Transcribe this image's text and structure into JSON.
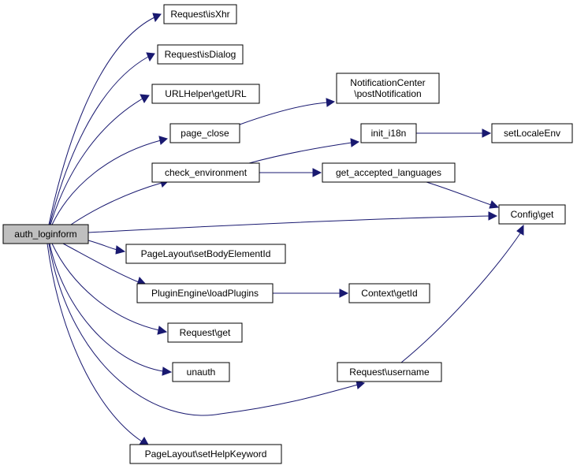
{
  "diagram": {
    "colors": {
      "edge": "#191970",
      "root_fill": "#bfbfbf",
      "node_fill": "#ffffff",
      "border": "#000000"
    },
    "nodes": [
      {
        "id": "auth_loginform",
        "label": [
          "auth_loginform"
        ],
        "root": true
      },
      {
        "id": "isXhr",
        "label": [
          "Request\\isXhr"
        ]
      },
      {
        "id": "isDialog",
        "label": [
          "Request\\isDialog"
        ]
      },
      {
        "id": "getURL",
        "label": [
          "URLHelper\\getURL"
        ]
      },
      {
        "id": "page_close",
        "label": [
          "page_close"
        ]
      },
      {
        "id": "postNotification",
        "label": [
          "NotificationCenter",
          "\\postNotification"
        ]
      },
      {
        "id": "check_environment",
        "label": [
          "check_environment"
        ]
      },
      {
        "id": "init_i18n",
        "label": [
          "init_i18n"
        ]
      },
      {
        "id": "setLocaleEnv",
        "label": [
          "setLocaleEnv"
        ]
      },
      {
        "id": "get_accepted_languages",
        "label": [
          "get_accepted_languages"
        ]
      },
      {
        "id": "config_get",
        "label": [
          "Config\\get"
        ]
      },
      {
        "id": "setBodyElementId",
        "label": [
          "PageLayout\\setBodyElementId"
        ]
      },
      {
        "id": "loadPlugins",
        "label": [
          "PluginEngine\\loadPlugins"
        ]
      },
      {
        "id": "context_getId",
        "label": [
          "Context\\getId"
        ]
      },
      {
        "id": "request_get",
        "label": [
          "Request\\get"
        ]
      },
      {
        "id": "unauth",
        "label": [
          "unauth"
        ]
      },
      {
        "id": "request_username",
        "label": [
          "Request\\username"
        ]
      },
      {
        "id": "setHelpKeyword",
        "label": [
          "PageLayout\\setHelpKeyword"
        ]
      }
    ],
    "edges": [
      {
        "from": "auth_loginform",
        "to": "isXhr"
      },
      {
        "from": "auth_loginform",
        "to": "isDialog"
      },
      {
        "from": "auth_loginform",
        "to": "getURL"
      },
      {
        "from": "auth_loginform",
        "to": "page_close"
      },
      {
        "from": "auth_loginform",
        "to": "check_environment"
      },
      {
        "from": "auth_loginform",
        "to": "config_get"
      },
      {
        "from": "auth_loginform",
        "to": "setBodyElementId"
      },
      {
        "from": "auth_loginform",
        "to": "loadPlugins"
      },
      {
        "from": "auth_loginform",
        "to": "request_get"
      },
      {
        "from": "auth_loginform",
        "to": "unauth"
      },
      {
        "from": "auth_loginform",
        "to": "request_username"
      },
      {
        "from": "auth_loginform",
        "to": "setHelpKeyword"
      },
      {
        "from": "page_close",
        "to": "postNotification"
      },
      {
        "from": "check_environment",
        "to": "init_i18n"
      },
      {
        "from": "check_environment",
        "to": "get_accepted_languages"
      },
      {
        "from": "init_i18n",
        "to": "setLocaleEnv"
      },
      {
        "from": "get_accepted_languages",
        "to": "config_get"
      },
      {
        "from": "loadPlugins",
        "to": "context_getId"
      },
      {
        "from": "request_username",
        "to": "config_get"
      }
    ]
  }
}
